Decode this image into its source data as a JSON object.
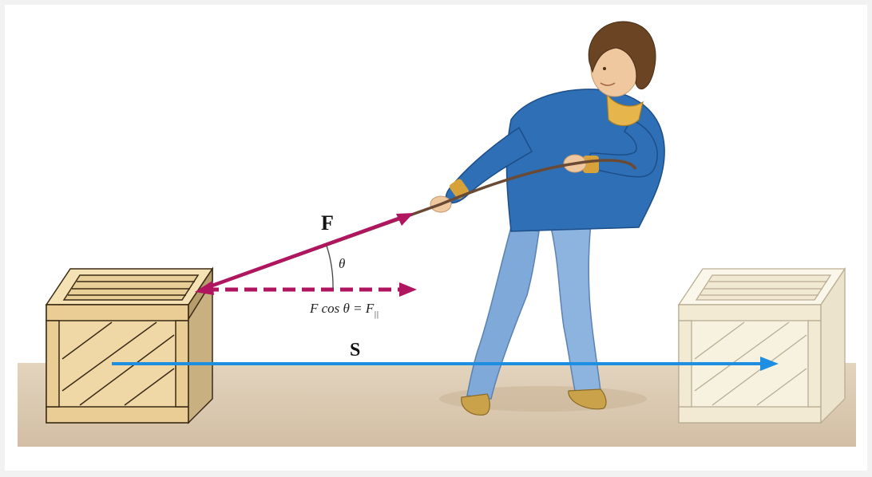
{
  "labels": {
    "force": "F",
    "angle": "θ",
    "component_main": "F cos θ = F",
    "component_sub": "||",
    "displacement": "S"
  },
  "colors": {
    "force_vector": "#b0155f",
    "displacement_vector": "#1e8fe0",
    "floor": "#d8c7b1",
    "crate": "#efd8a6",
    "crate_faded": "#f7f1e0",
    "shirt": "#2e6fb5",
    "jeans": "#7fa9d8",
    "skin": "#f0c8a0",
    "hair": "#6b4423",
    "shoes": "#c9a24a"
  },
  "icons": {
    "crate": "wooden-crate",
    "person": "person-pulling-rope",
    "rope": "rope"
  }
}
